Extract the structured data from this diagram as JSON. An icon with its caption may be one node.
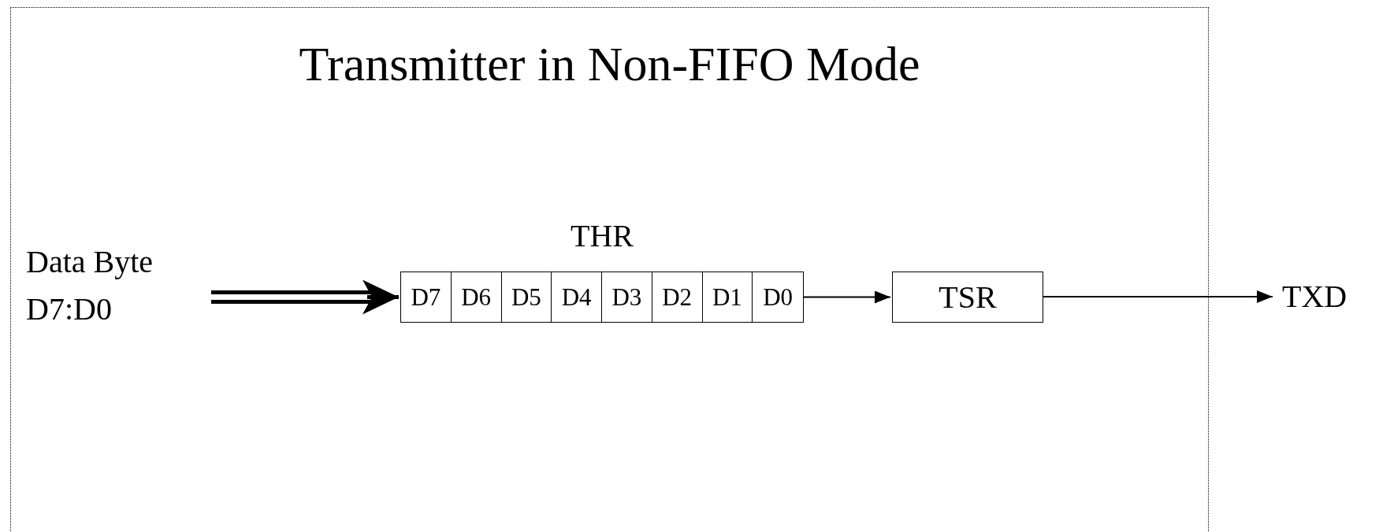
{
  "diagram": {
    "title": "Transmitter in Non-FIFO Mode",
    "nodes": [
      {
        "text": [
          "Data Byte D7:D0"
        ]
      },
      {
        "text": [
          "THR"
        ]
      },
      {
        "text": [
          "D7"
        ],
        "in": 1
      },
      {
        "text": [
          "D6"
        ],
        "in": 1
      },
      {
        "text": [
          "D5"
        ],
        "in": 1
      },
      {
        "text": [
          "D4"
        ],
        "in": 1
      },
      {
        "text": [
          "D3"
        ],
        "in": 1
      },
      {
        "text": [
          "D2"
        ],
        "in": 1
      },
      {
        "text": [
          "D1"
        ],
        "in": 1
      },
      {
        "text": [
          "D0"
        ],
        "in": 1
      },
      {
        "text": [
          "TSR"
        ]
      },
      {
        "text": [
          "TXD"
        ]
      }
    ],
    "edges": [
      {
        "from": 0,
        "to": 1,
        "arrow": "to",
        "style": "thick"
      },
      {
        "from": 9,
        "to": 10,
        "arrow": "to"
      },
      {
        "from": 10,
        "to": 11,
        "arrow": "to"
      }
    ]
  }
}
